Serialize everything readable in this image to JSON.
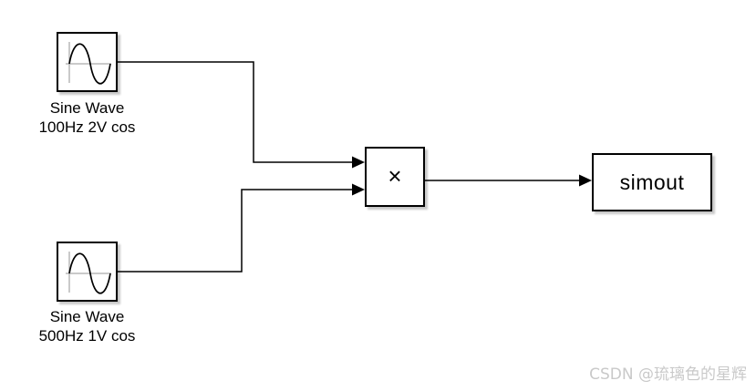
{
  "diagram": {
    "app": "Simulink model canvas",
    "blocks": {
      "sine1": {
        "type": "sine-wave-source",
        "label_line1": "Sine Wave",
        "label_line2": "100Hz 2V cos"
      },
      "sine2": {
        "type": "sine-wave-source",
        "label_line1": "Sine Wave",
        "label_line2": "500Hz 1V cos"
      },
      "product": {
        "type": "product",
        "symbol": "×"
      },
      "simout": {
        "type": "to-workspace",
        "label": "simout"
      }
    },
    "connections": [
      {
        "from": "sine1",
        "to": "product",
        "port": 1
      },
      {
        "from": "sine2",
        "to": "product",
        "port": 2
      },
      {
        "from": "product",
        "to": "simout",
        "port": 1
      }
    ],
    "colors": {
      "background": "#ffffff",
      "block_border": "#000000",
      "wire": "#000000",
      "icon_axis": "#b8b8b8",
      "watermark": "#c9c9c9"
    },
    "watermark": "CSDN @琉璃色的星辉"
  }
}
